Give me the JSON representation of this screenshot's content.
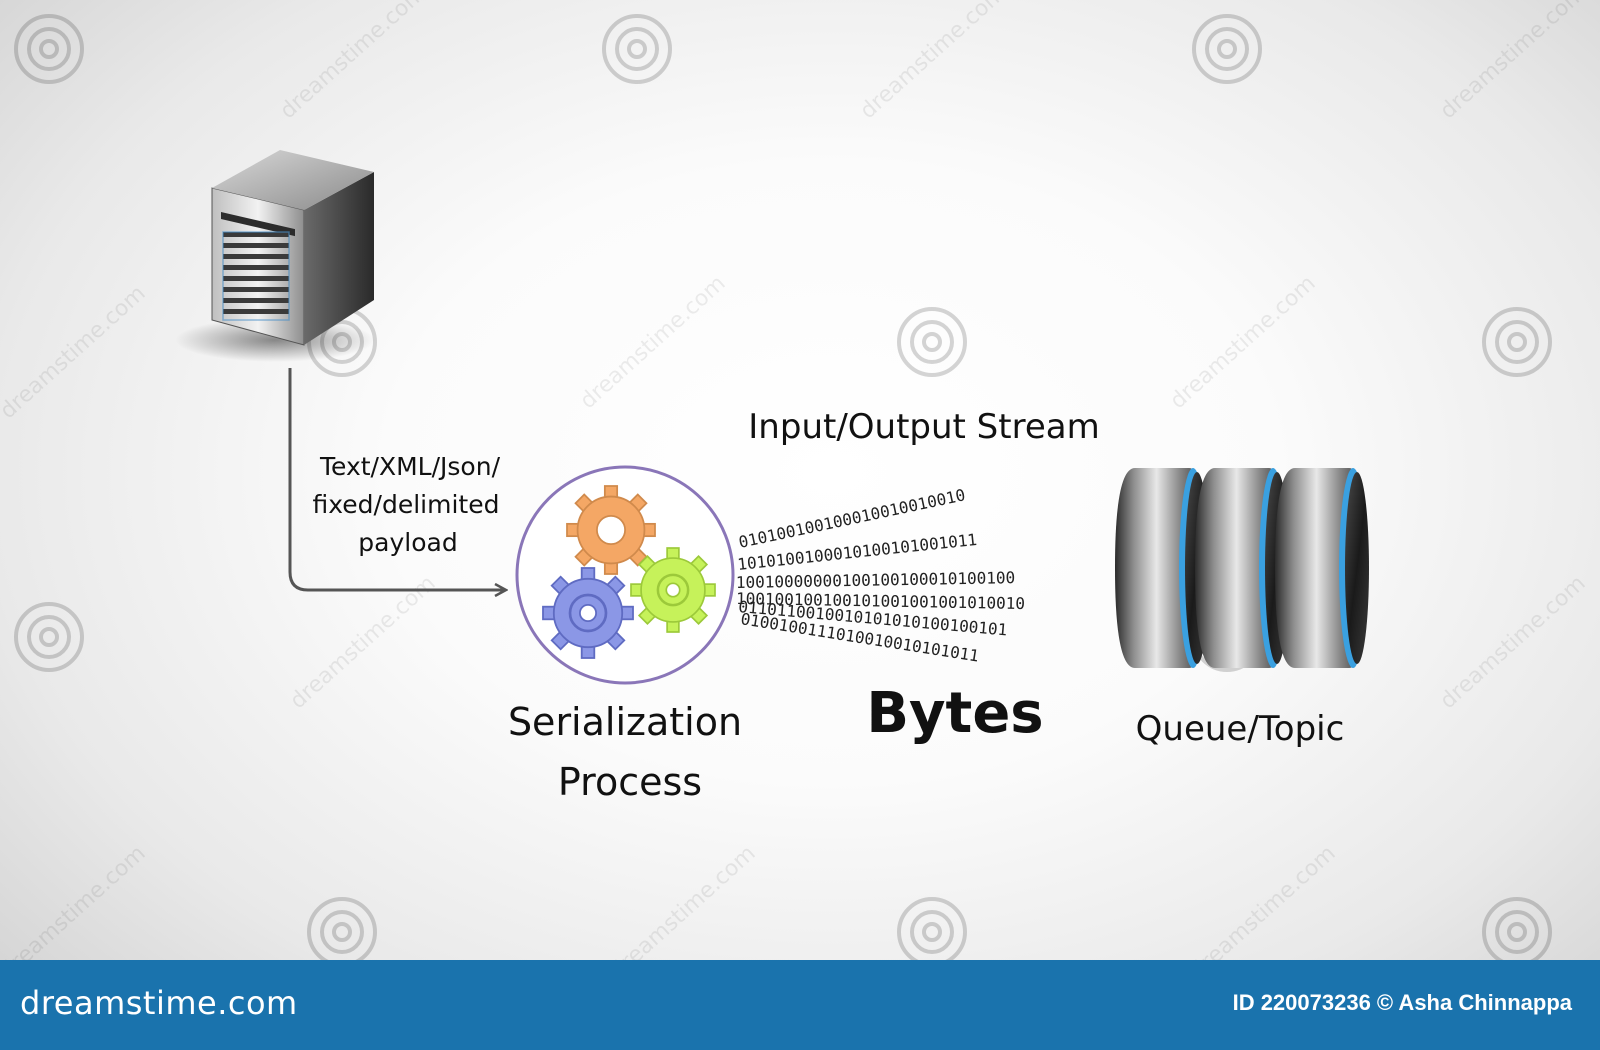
{
  "labels": {
    "payload_line1": "Text/XML/Json/",
    "payload_line2": "fixed/delimited",
    "payload_line3": "payload",
    "stream": "Input/Output Stream",
    "serialization_line1": "Serialization",
    "serialization_line2": "Process",
    "bytes": "Bytes",
    "queue": "Queue/Topic"
  },
  "binary_rows": [
    "010100100100010010010010",
    "1010100100010100101001011",
    "10010000000100100100010100100",
    "100100100100101001001001010010",
    "0110110010010101010100100101",
    "0100100111010010010101011"
  ],
  "footer": {
    "brand": "dreamstime.com",
    "credit": "ID 220073236 © Asha Chinnappa"
  },
  "colors": {
    "footer_bg": "#1a73ad",
    "gear_orange": "#f4a765",
    "gear_blue": "#8b97e6",
    "gear_green": "#c6f25a",
    "circle_stroke": "#8a76b8",
    "disk_accent": "#3aa0e0"
  },
  "icons": [
    "server-icon",
    "gear-icon",
    "database-icon",
    "arrow-icon"
  ]
}
